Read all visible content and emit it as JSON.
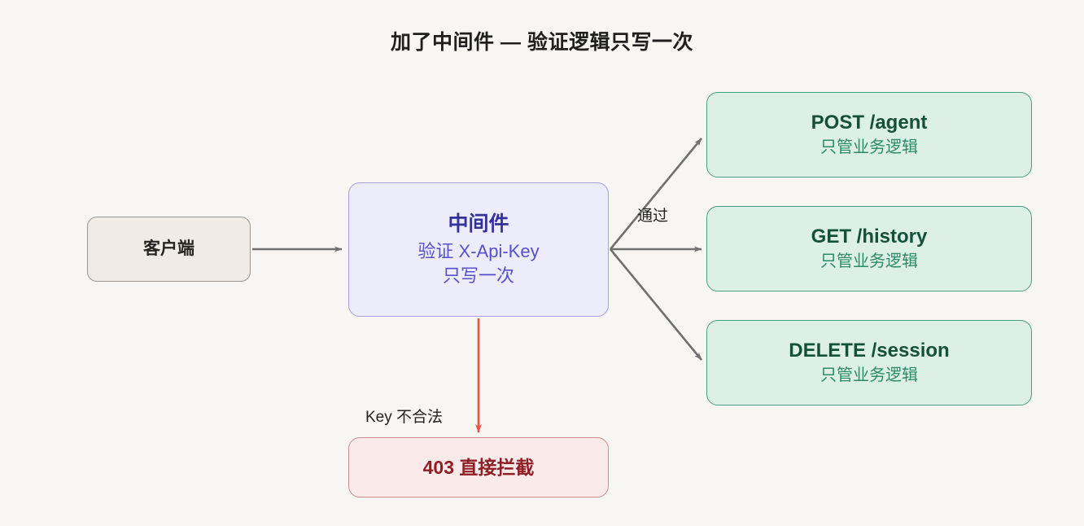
{
  "diagram": {
    "title": "加了中间件 — 验证逻辑只写一次",
    "background_color": "#f7f6f3",
    "nodes": {
      "client": {
        "title": "客户端",
        "fill": "#f0ece5",
        "stroke": "#9b9792",
        "text_color": "#262421"
      },
      "middleware": {
        "title": "中间件",
        "sub_line_1": "验证 X-Api-Key",
        "sub_line_2": "只写一次",
        "fill": "#ececfb",
        "stroke": "#a79edc",
        "title_color": "#35319b",
        "sub_color": "#5750cd"
      },
      "endpoints": [
        {
          "title": "POST /agent",
          "sub": "只管业务逻辑",
          "fill": "#ddf0e7",
          "stroke": "#4c9b84",
          "title_color": "#14503c",
          "sub_color": "#2d8a68"
        },
        {
          "title": "GET /history",
          "sub": "只管业务逻辑",
          "fill": "#ddf0e7",
          "stroke": "#4c9b84",
          "title_color": "#14503c",
          "sub_color": "#2d8a68"
        },
        {
          "title": "DELETE /session",
          "sub": "只管业务逻辑",
          "fill": "#ddf0e7",
          "stroke": "#4c9b84",
          "title_color": "#14503c",
          "sub_color": "#2d8a68"
        }
      ],
      "error": {
        "title": "403 直接拦截",
        "fill": "#fbeaea",
        "stroke": "#cb8c8c",
        "text_color": "#8e1f25"
      }
    },
    "edge_labels": {
      "pass": "通过",
      "invalid_key": "Key 不合法"
    },
    "edge_colors": {
      "normal": "#6f6f6f",
      "error": "#e8534a"
    }
  }
}
